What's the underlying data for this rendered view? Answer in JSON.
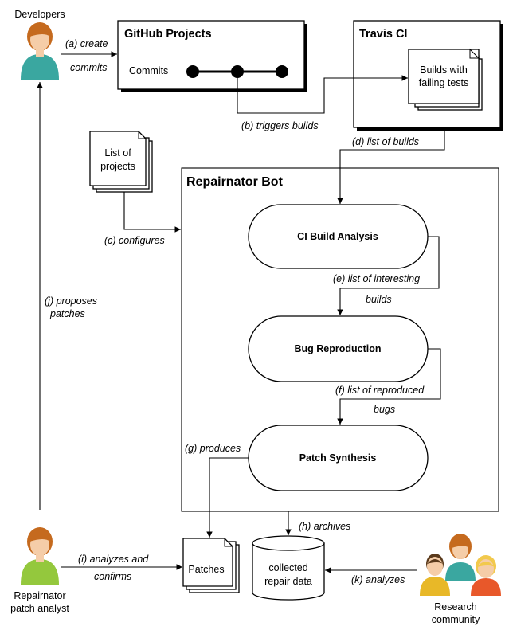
{
  "actors": {
    "developers": "Developers",
    "analyst_line1": "Repairnator",
    "analyst_line2": "patch analyst",
    "research_line1": "Research",
    "research_line2": "community"
  },
  "boxes": {
    "github_title": "GitHub Projects",
    "commits": "Commits",
    "travis_title": "Travis CI",
    "builds_line1": "Builds with",
    "builds_line2": "failing tests",
    "list_line1": "List of",
    "list_line2": "projects",
    "bot_title": "Repairnator Bot",
    "ci_analysis": "CI Build Analysis",
    "bug_reproduction": "Bug Reproduction",
    "patch_synthesis": "Patch Synthesis",
    "patches": "Patches",
    "db_line1": "collected",
    "db_line2": "repair data"
  },
  "edges": {
    "a1": "(a) create",
    "a2": "commits",
    "b": "(b) triggers builds",
    "c": "(c) configures",
    "d": "(d) list of builds",
    "e1": "(e) list of interesting",
    "e2": "builds",
    "f1": "(f) list of reproduced",
    "f2": "bugs",
    "g": "(g) produces",
    "h": "(h) archives",
    "i1": "(i) analyzes and",
    "i2": "confirms",
    "j1": "(j) proposes",
    "j2": "patches",
    "k": "(k) analyzes"
  },
  "colors": {
    "skin": "#f5cda8",
    "hair": "#c56a1e",
    "developer_shirt": "#3aa7a0",
    "analyst_shirt": "#94c83d",
    "research_shirt_1": "#e8b828",
    "research_shirt_2": "#3aa7a0",
    "research_shirt_3": "#e8582a"
  }
}
